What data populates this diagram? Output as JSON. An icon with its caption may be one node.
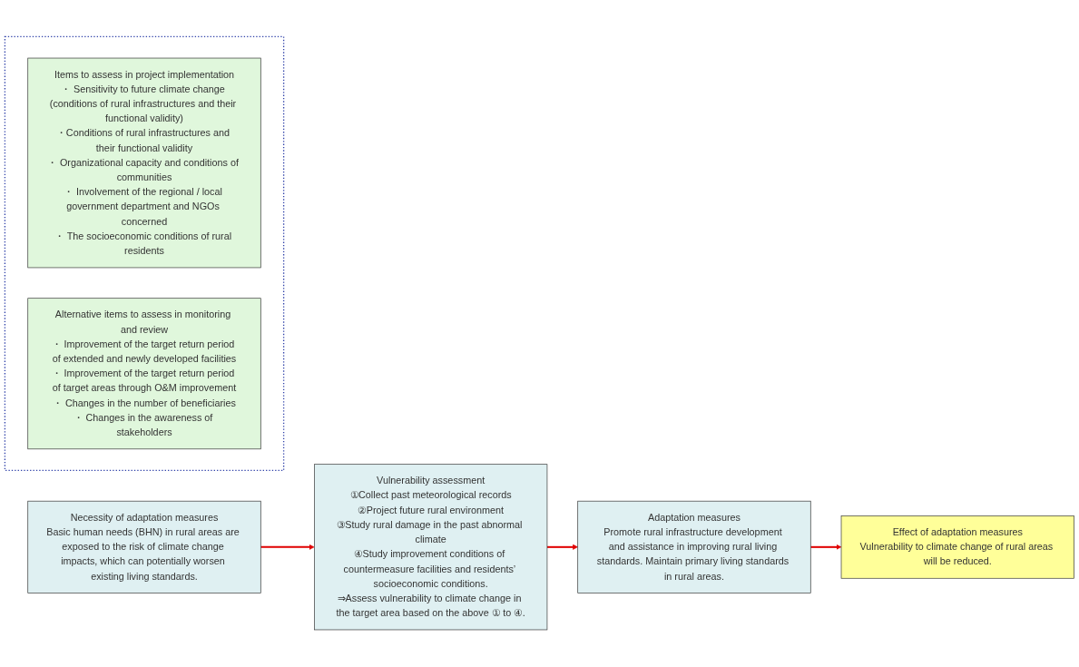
{
  "diagram": {
    "nodes": [
      {
        "text": [
          "Necessity of adaptation measures",
          "Basic human needs (BHN) in rural areas are exposed to the risk of climate change impacts, which can potentially worsen existing living standards."
        ]
      },
      {
        "text": [
          "Vulnerability assessment",
          "①Collect past meteorological records",
          "②Project future rural environment",
          "③Study rural damage in the past abnormal climate",
          "④Study improvement conditions of countermeasure facilities and residents’ socioeconomic conditions.",
          "⇒Assess vulnerability to climate change in the target area based on the above ① to ④."
        ]
      },
      {
        "text": [
          "Adaptation measures",
          "Promote rural infrastructure development and assistance in improving rural living standards. Maintain primary living standards in rural areas."
        ]
      },
      {
        "text": [],
        "shape": "box"
      },
      {
        "text": [
          "Items to assess in project implementation",
          "・ Sensitivity to future climate change (conditions of rural infrastructures and their functional validity)",
          "・Conditions of rural infrastructures and their functional validity",
          "・ Organizational capacity and conditions of communities",
          "・ Involvement of the regional / local government department and NGOs concerned",
          "・ The socioeconomic conditions of rural residents"
        ],
        "in": 3
      },
      {
        "text": [
          "Alternative items to assess in monitoring and review",
          "・ Improvement of the target return period of extended and newly developed facilities",
          "・ Improvement of the target return period of target areas through O&M improvement",
          "・ Changes in the number of beneficiaries",
          "・ Changes in the awareness of stakeholders"
        ],
        "in": 3
      },
      {
        "text": [
          "Effect of adaptation measures",
          "Vulnerability to climate change of rural areas will be reduced."
        ]
      }
    ],
    "edges": [
      {
        "from": 0,
        "to": 1,
        "arrow": "to"
      },
      {
        "from": 1,
        "to": 2,
        "arrow": "to"
      },
      {
        "from": 2,
        "to": 6,
        "arrow": "to"
      }
    ]
  }
}
